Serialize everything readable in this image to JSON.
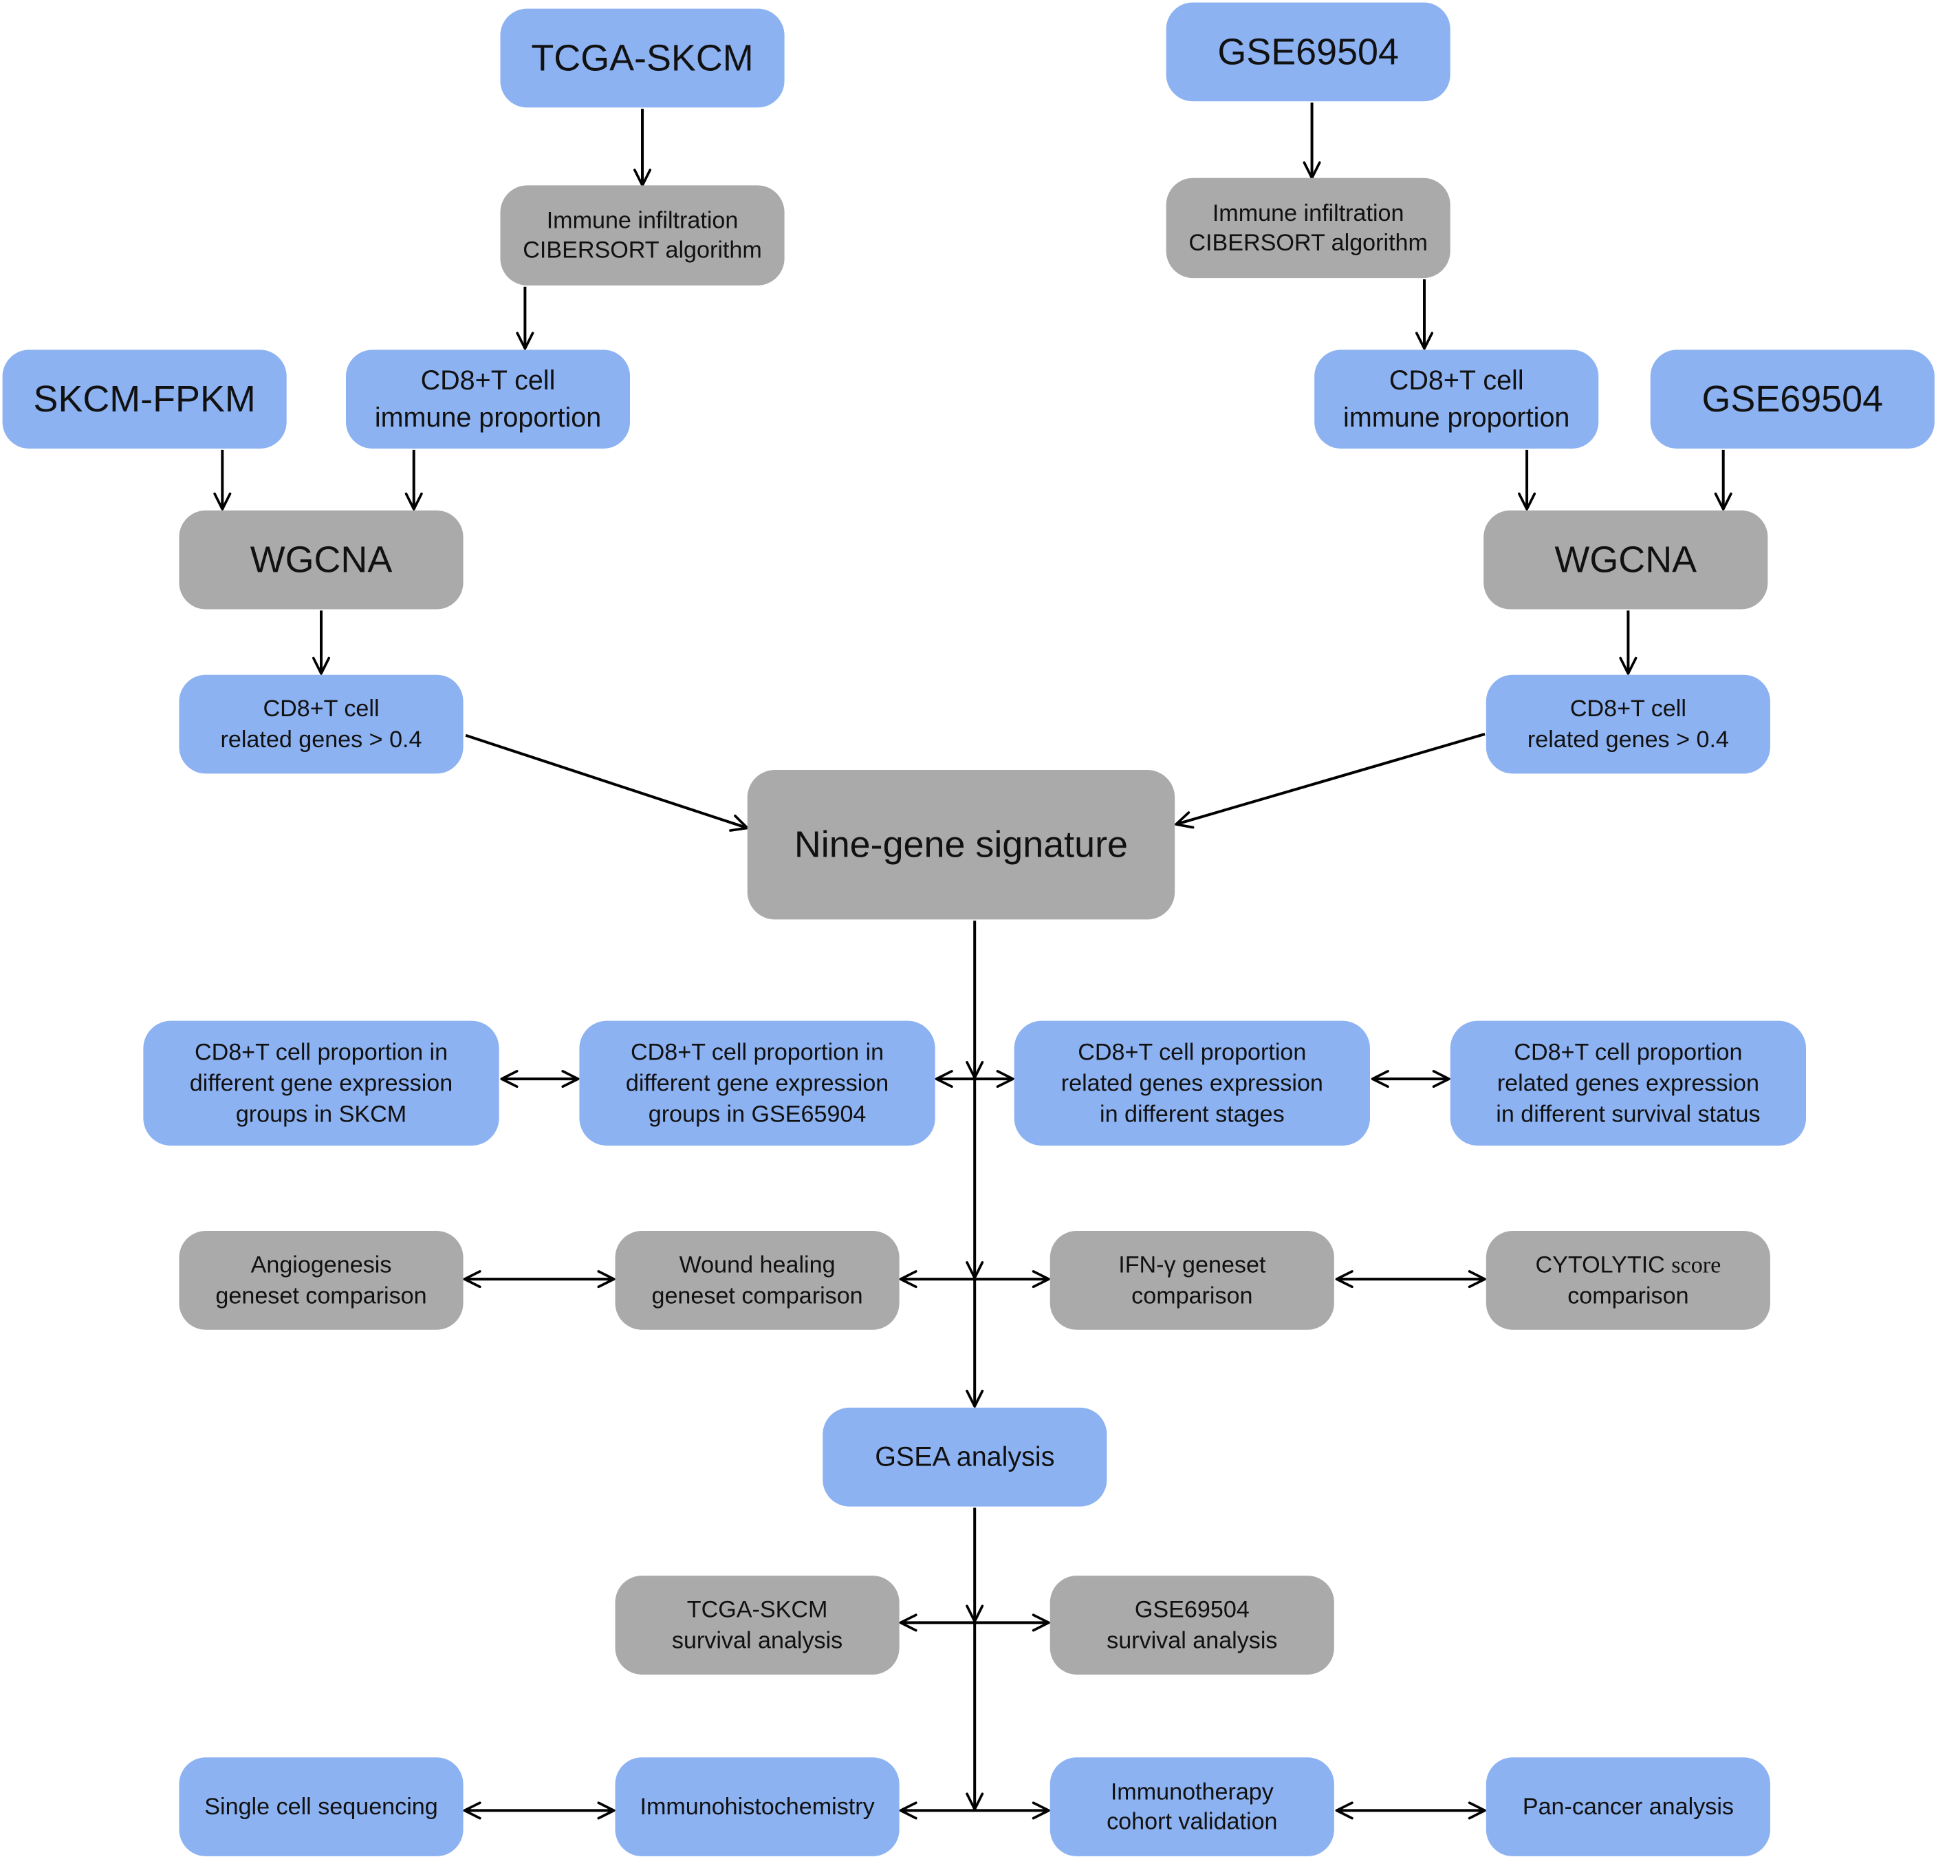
{
  "colors": {
    "blue": "#8db2f2",
    "gray": "#aaaaaa",
    "line": "#000000",
    "text": "#111111"
  },
  "nodes": {
    "tcga_skcm": [
      "TCGA-SKCM"
    ],
    "gse_top": [
      "GSE69504"
    ],
    "immune_left": [
      "Immune infiltration",
      "CIBERSORT algorithm"
    ],
    "immune_right": [
      "Immune infiltration",
      "CIBERSORT algorithm"
    ],
    "skcm_fpkm": [
      "SKCM-FPKM"
    ],
    "cd8_prop_left": [
      "CD8+T cell",
      "immune proportion"
    ],
    "cd8_prop_right": [
      "CD8+T cell",
      "immune proportion"
    ],
    "gse_right": [
      "GSE69504"
    ],
    "wgcna_left": [
      "WGCNA"
    ],
    "wgcna_right": [
      "WGCNA"
    ],
    "genes_left": [
      "CD8+T cell",
      "related genes > 0.4"
    ],
    "genes_right": [
      "CD8+T cell",
      "related genes > 0.4"
    ],
    "nine_gene": [
      "Nine-gene signature"
    ],
    "prop_skcm": [
      "CD8+T cell proportion in",
      "different gene expression",
      "groups in SKCM"
    ],
    "prop_gse": [
      "CD8+T cell proportion in",
      "different gene expression",
      "groups in GSE65904"
    ],
    "prop_stages": [
      "CD8+T cell proportion",
      "related genes expression",
      "in different stages"
    ],
    "prop_survival": [
      "CD8+T cell proportion",
      "related genes expression",
      "in different survival status"
    ],
    "angiogenesis": [
      "Angiogenesis",
      "geneset comparison"
    ],
    "wound": [
      "Wound healing",
      "geneset comparison"
    ],
    "ifn": [
      "IFN-γ geneset",
      "comparison"
    ],
    "cytolytic": [
      "CYTOLYTIC score",
      "comparison"
    ],
    "gsea": [
      "GSEA analysis"
    ],
    "tcga_survival": [
      "TCGA-SKCM",
      "survival analysis"
    ],
    "gse_survival": [
      "GSE69504",
      "survival analysis"
    ],
    "single_cell": [
      "Single cell sequencing"
    ],
    "ihc": [
      "Immunohistochemistry"
    ],
    "immunotherapy": [
      "Immunotherapy",
      "cohort validation"
    ],
    "pan_cancer": [
      "Pan-cancer analysis"
    ]
  }
}
